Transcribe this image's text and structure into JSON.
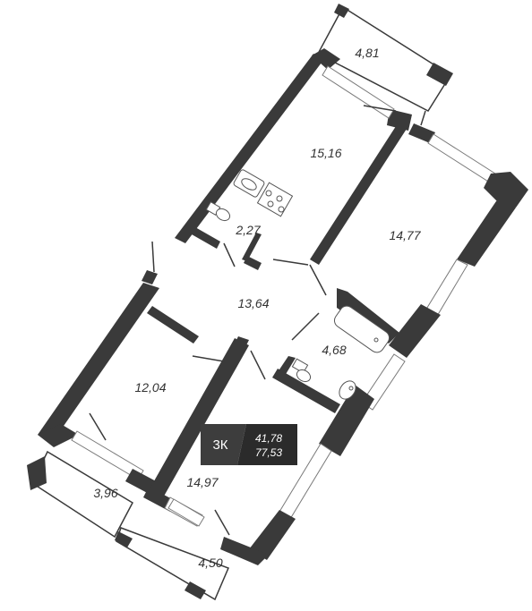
{
  "rooms": [
    {
      "id": "balcony-top",
      "area": "4,81"
    },
    {
      "id": "kitchen",
      "area": "15,16"
    },
    {
      "id": "room-right",
      "area": "14,77"
    },
    {
      "id": "wc",
      "area": "2,27"
    },
    {
      "id": "hall",
      "area": "13,64"
    },
    {
      "id": "bathroom",
      "area": "4,68"
    },
    {
      "id": "room-left",
      "area": "12,04"
    },
    {
      "id": "room-bottom",
      "area": "14,97"
    },
    {
      "id": "balcony-left",
      "area": "3,96"
    },
    {
      "id": "balcony-bottom",
      "area": "4,50"
    }
  ],
  "badge": {
    "type": "3К",
    "living_area": "41,78",
    "total_area": "77,53"
  },
  "colors": {
    "wall": "#3a3a3a",
    "badge_dark": "#3d3d3d",
    "badge_darker": "#2b2b2b"
  }
}
